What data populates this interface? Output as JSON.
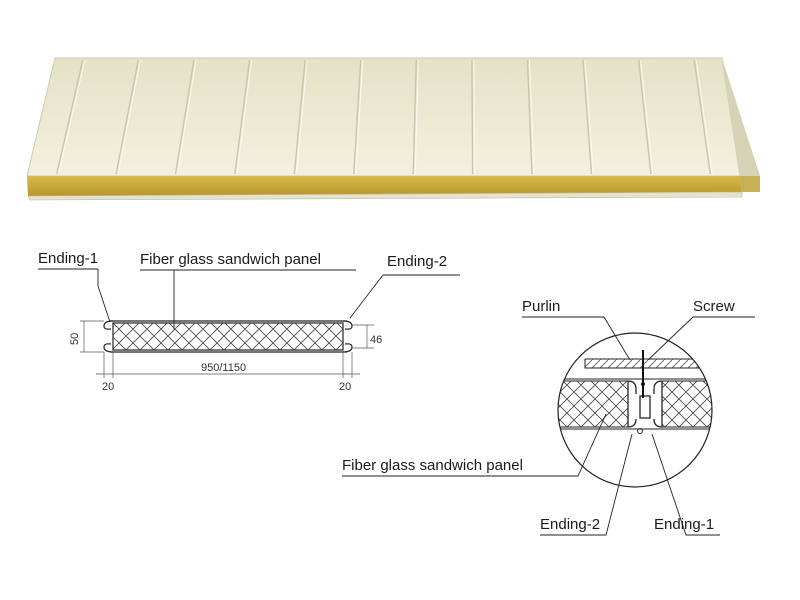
{
  "product_photo": {
    "colors": {
      "skin": "#ece9cf",
      "core": "#c9a93a",
      "edge": "#d8d4b6"
    }
  },
  "section_drawing": {
    "labels": {
      "ending_1": "Ending-1",
      "panel": "Fiber glass sandwich panel",
      "ending_2": "Ending-2"
    },
    "dimensions": {
      "thickness": "50",
      "thickness_inner": "46",
      "width": "950/1150",
      "left_edge": "20",
      "right_edge": "20"
    }
  },
  "joint_detail": {
    "labels": {
      "purlin": "Purlin",
      "screw": "Screw",
      "panel": "Fiber glass sandwich panel",
      "ending_2": "Ending-2",
      "ending_1": "Ending-1"
    }
  }
}
